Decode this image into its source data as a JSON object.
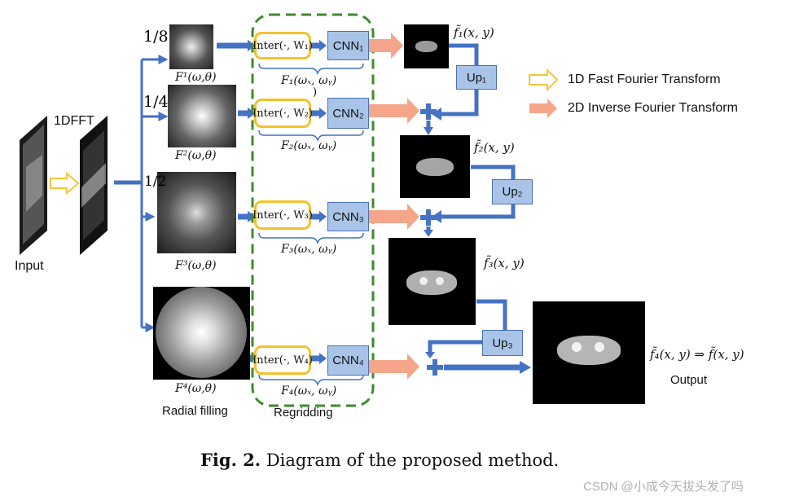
{
  "input_label": "Input",
  "fft_label": "1DFFT",
  "branches": [
    {
      "fraction": "1/8",
      "spectrum": "F¹(ω,θ)",
      "inter": "Inter(·, W₁)",
      "cnn": "CNN₁",
      "regrid": "F₁(ωₓ, ωᵧ)",
      "output": "f̃₁(x, y)"
    },
    {
      "fraction": "1/4",
      "spectrum": "F²(ω,θ)",
      "inter": "Inter(·, W₂)",
      "cnn": "CNN₂",
      "regrid": "F₂(ωₓ, ωᵧ)",
      "output": "f̃₂(x, y)"
    },
    {
      "fraction": "1/2",
      "spectrum": "F³(ω,θ)",
      "inter": "Inter(·, W₃)",
      "cnn": "CNN₃",
      "regrid": "F₃(ωₓ, ωᵧ)",
      "output": "f̃₃(x, y)"
    },
    {
      "fraction": "",
      "spectrum": "F⁴(ω,θ)",
      "inter": "Inter(·, W₄)",
      "cnn": "CNN₄",
      "regrid": "F₄(ωₓ, ωᵧ)",
      "output": "f̃₄(x, y) ⇒ f̃(x, y)"
    }
  ],
  "stray_paren": ")",
  "upsample": [
    "Up₁",
    "Up₂",
    "Up₃"
  ],
  "radial_label": "Radial filling",
  "regridding_label": "Regridding",
  "output_label": "Output",
  "legend": [
    {
      "label": "1D Fast Fourier Transform",
      "color": "#f7c43a"
    },
    {
      "label": "2D Inverse Fourier Transform",
      "color": "#f4a58a"
    }
  ],
  "caption": {
    "bold": "Fig. 2.",
    "text": "Diagram of the proposed method."
  },
  "watermark": "CSDN @小成今天拔头发了吗",
  "colors": {
    "flow": "#4472c4",
    "cnn": "#a9c4e8",
    "inter_border": "#f2c12e",
    "regrid_border": "#3f8a2e"
  }
}
